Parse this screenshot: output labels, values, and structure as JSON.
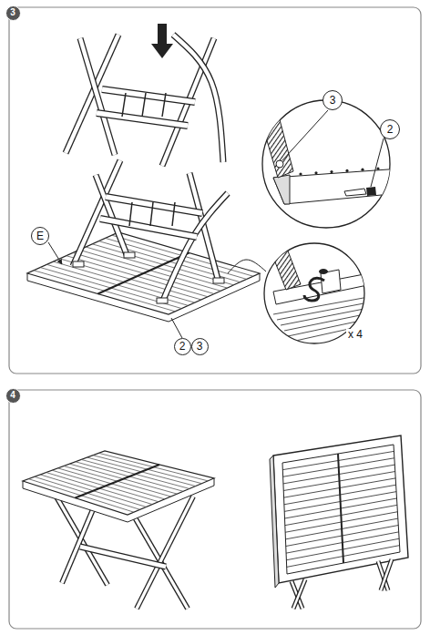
{
  "diagram": {
    "nodes": [
      {
        "text": [
          "3"
        ]
      },
      {
        "text": [
          "3"
        ]
      },
      {
        "text": [
          "2"
        ]
      },
      {
        "text": [
          "E"
        ]
      },
      {
        "text": [
          "2"
        ]
      },
      {
        "text": [
          "3"
        ]
      },
      {
        "text": [
          "4"
        ]
      }
    ],
    "labels": [
      "x 4"
    ]
  }
}
